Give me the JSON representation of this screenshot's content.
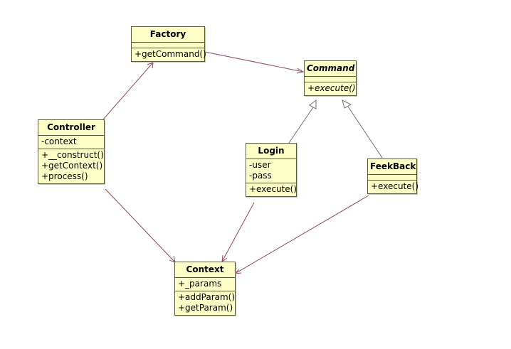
{
  "classes": {
    "factory": {
      "name": "Factory",
      "attributes": [],
      "operations": [
        "+getCommand()"
      ]
    },
    "command": {
      "name": "Command",
      "attributes": [],
      "operations": [
        "+execute()"
      ]
    },
    "controller": {
      "name": "Controller",
      "attributes": [
        "-context"
      ],
      "operations": [
        "+__construct()",
        "+getContext()",
        "+process()"
      ]
    },
    "login": {
      "name": "Login",
      "attributes": [
        "-user",
        "-pass"
      ],
      "operations": [
        "+execute()"
      ]
    },
    "feekback": {
      "name": "FeekBack",
      "attributes": [],
      "operations": [
        "+execute()"
      ]
    },
    "context": {
      "name": "Context",
      "attributes": [
        "+_params"
      ],
      "operations": [
        "+addParam()",
        "+getParam()"
      ]
    }
  },
  "relationships": [
    {
      "from": "controller",
      "to": "factory",
      "kind": "dependency"
    },
    {
      "from": "factory",
      "to": "command",
      "kind": "dependency"
    },
    {
      "from": "login",
      "to": "command",
      "kind": "generalization"
    },
    {
      "from": "feekback",
      "to": "command",
      "kind": "generalization"
    },
    {
      "from": "controller",
      "to": "context",
      "kind": "dependency"
    },
    {
      "from": "login",
      "to": "context",
      "kind": "dependency"
    },
    {
      "from": "feekback",
      "to": "context",
      "kind": "dependency"
    }
  ],
  "colors": {
    "class_fill": "#ffffc8",
    "class_border": "#5a5a3c",
    "dependency_line": "#8b4a5a",
    "generalization_line": "#6e6e6e"
  }
}
